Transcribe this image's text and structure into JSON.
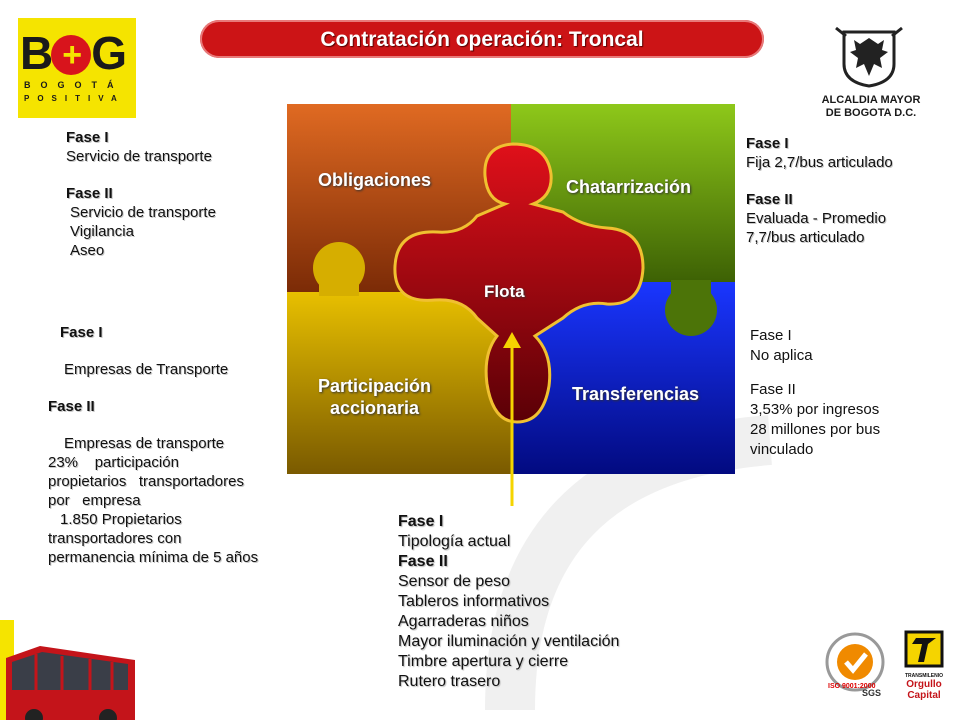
{
  "title": "Contratación operación: Troncal",
  "logo": {
    "main": "B",
    "o": "+",
    "end": "G",
    "line1": "BOGOTÁ",
    "line2": "POSITIVA"
  },
  "alcaldia": {
    "line1": "ALCALDIA MAYOR",
    "line2": "DE BOGOTA D.C."
  },
  "puzzle": {
    "obligaciones": "Obligaciones",
    "chatarrizacion": "Chatarrización",
    "flota": "Flota",
    "participacion_l1": "Participación",
    "participacion_l2": "accionaria",
    "transferencias": "Transferencias"
  },
  "obligaciones_text": {
    "fase1_title": "Fase I",
    "fase1_l1": "Servicio de transporte",
    "fase2_title": "Fase II",
    "fase2_l1": "Servicio de transporte",
    "fase2_l2": "Vigilancia",
    "fase2_l3": "Aseo"
  },
  "participacion_text": {
    "fase1_title": "Fase I",
    "fase1_l1": "Empresas de Transporte",
    "fase2_title": "Fase II",
    "fase2_l1": "Empresas de transporte",
    "fase2_l2": "23%    participación",
    "fase2_l3": "propietarios   transportadores",
    "fase2_l4": "por   empresa",
    "fase2_l5": "1.850 Propietarios",
    "fase2_l6": "transportadores con",
    "fase2_l7": "permanencia mínima de 5 años"
  },
  "chatarrizacion_text": {
    "fase1_title": "Fase I",
    "fase1_l1": "Fija 2,7/bus articulado",
    "fase2_title": "Fase II",
    "fase2_l1": "Evaluada - Promedio",
    "fase2_l2": "7,7/bus articulado"
  },
  "transferencias_text": {
    "fase1_title": "Fase I",
    "fase1_l1": "No aplica",
    "fase2_title": "Fase II",
    "fase2_l1": "3,53% por ingresos",
    "fase2_l2": "28 millones por bus",
    "fase2_l3": "vinculado"
  },
  "flota_text": {
    "fase1_title": "Fase I",
    "fase1_l1": "Tipología actual",
    "fase2_title": "Fase II",
    "items": [
      "Sensor de peso",
      "Tableros informativos",
      "Agarraderas  niños",
      "Mayor iluminación y ventilación",
      "Timbre apertura y cierre",
      "Rutero trasero"
    ]
  },
  "badges": {
    "sgs": "SGS",
    "iso": "ISO 9001:2000",
    "transmilenio": "TRANSMILENIO",
    "orgullo": "Orgullo",
    "capital": "Capital"
  },
  "colors": {
    "title_red": "#cc1416",
    "logo_yellow": "#f5e400",
    "obligaciones": "#c0521a",
    "chatarrizacion": "#6a9a0c",
    "participacion": "#c8a000",
    "transferencias": "#0a1ed0",
    "flota": "#b0000c",
    "arrow": "#f5d400"
  }
}
